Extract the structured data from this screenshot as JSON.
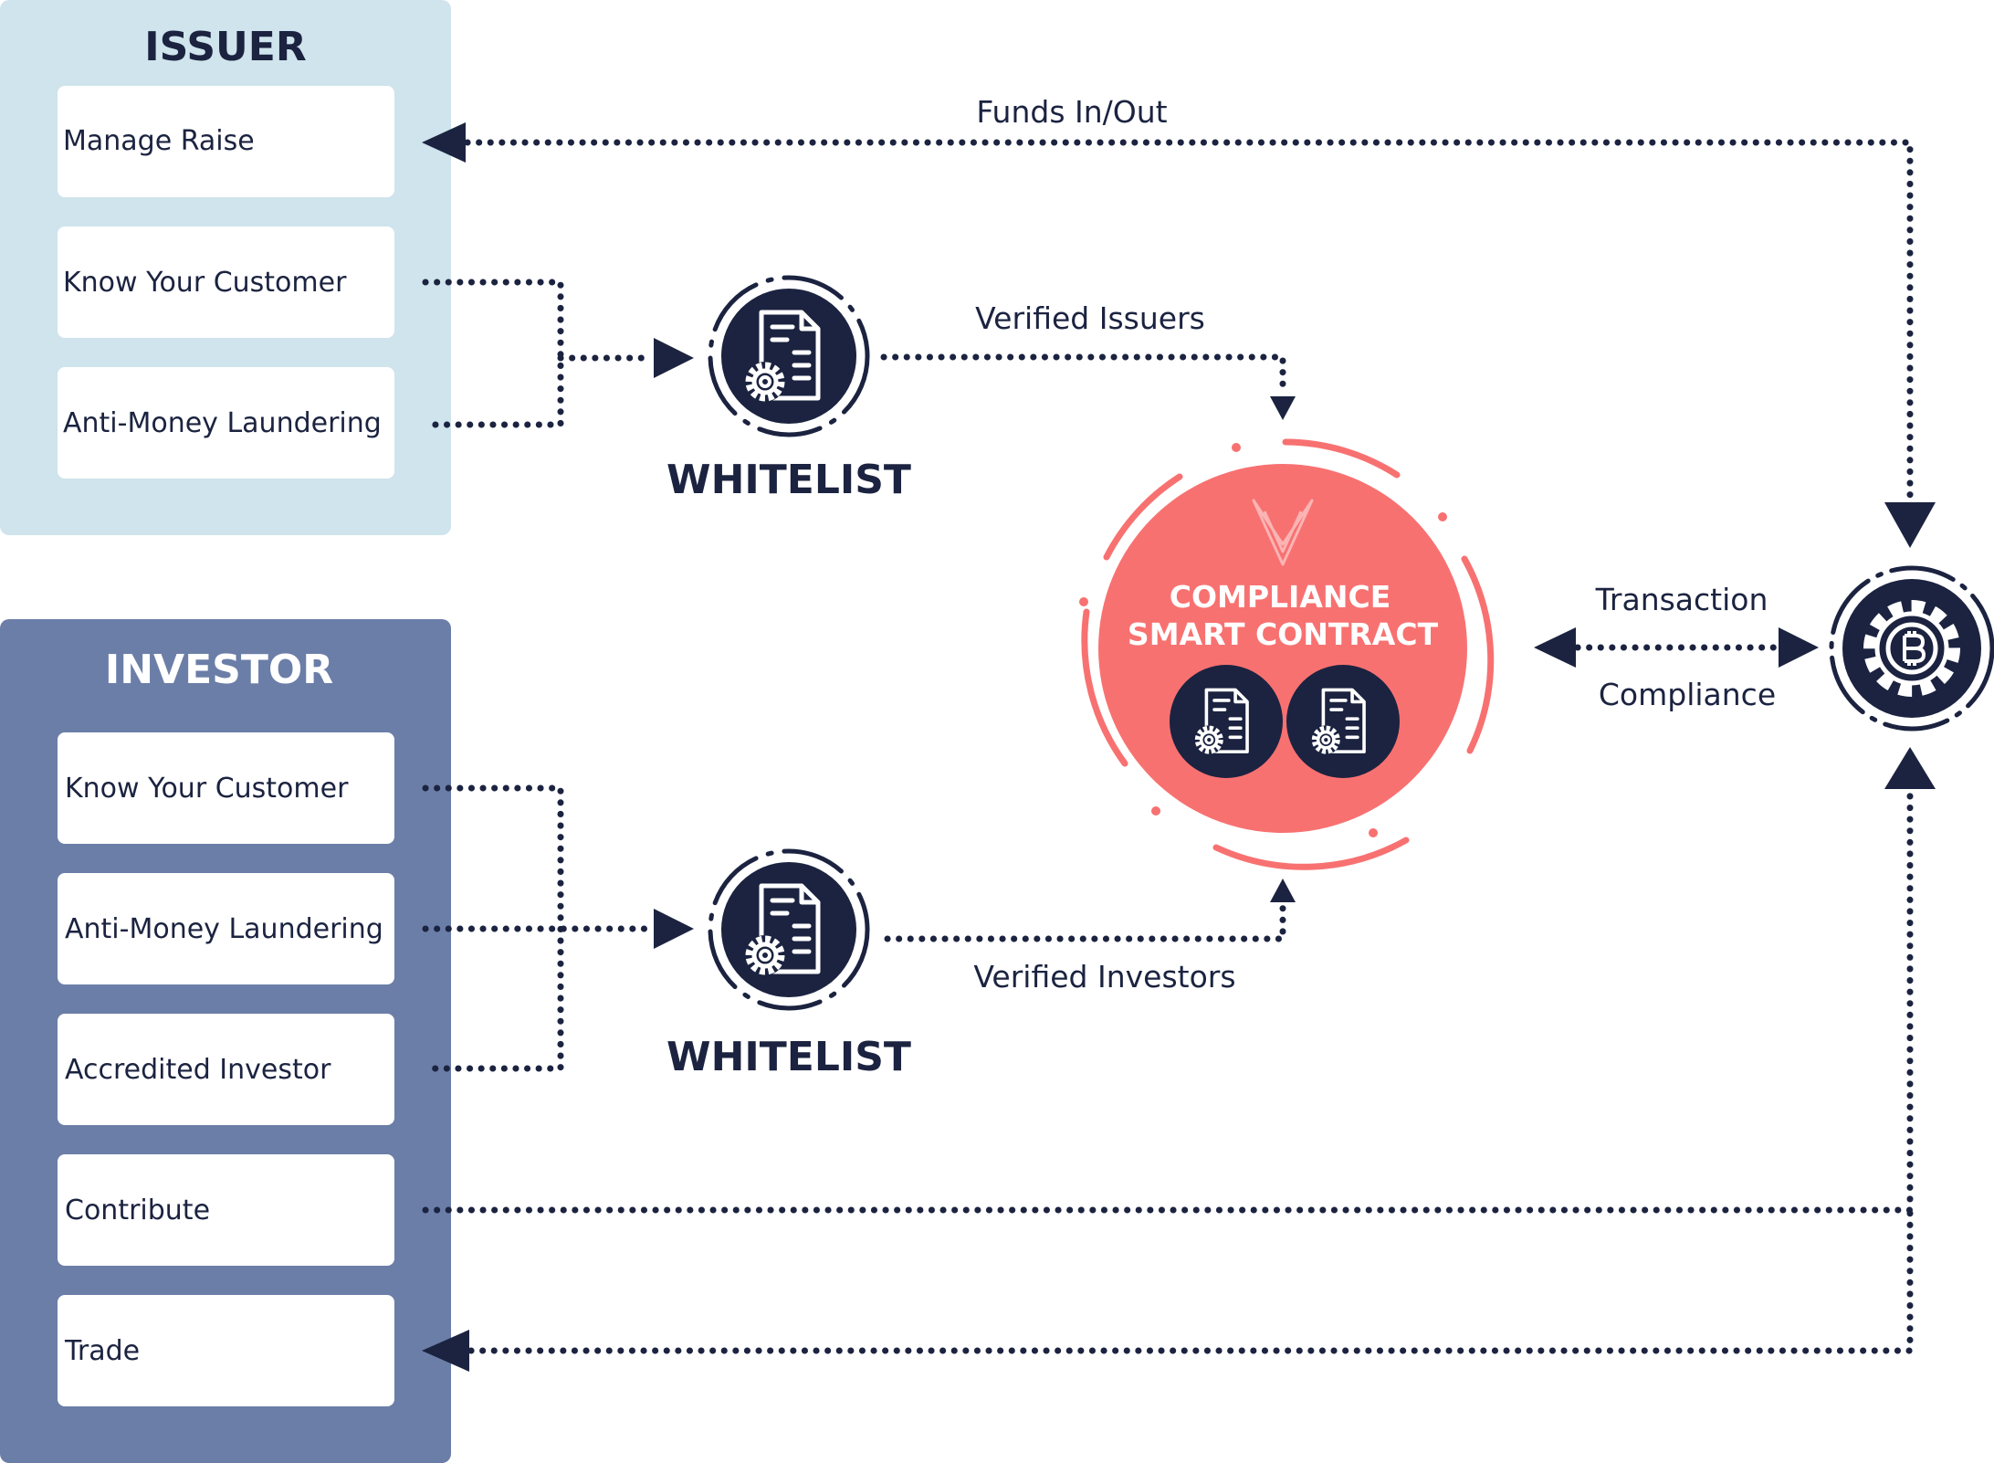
{
  "colors": {
    "navy": "#1b2340",
    "issuer_bg": "#cfe4ec",
    "investor_bg": "#6b7ea8",
    "coral": "#f87171",
    "white": "#ffffff"
  },
  "issuer": {
    "title": "ISSUER",
    "items": [
      "Manage Raise",
      "Know Your Customer",
      "Anti-Money Laundering"
    ]
  },
  "investor": {
    "title": "INVESTOR",
    "items": [
      "Know Your Customer",
      "Anti-Money Laundering",
      "Accredited Investor",
      "Contribute",
      "Trade"
    ]
  },
  "whitelist_top": {
    "label": "WHITELIST",
    "icon": "document-gear-icon"
  },
  "whitelist_bottom": {
    "label": "WHITELIST",
    "icon": "document-gear-icon"
  },
  "contract": {
    "line1": "COMPLIANCE",
    "line2": "SMART CONTRACT",
    "logo": "v-logo-icon",
    "icons": [
      "document-gear-icon",
      "document-gear-icon"
    ]
  },
  "blockchain": {
    "icon": "bitcoin-gear-icon"
  },
  "flows": {
    "funds": "Funds In/Out",
    "verified_issuers": "Verified Issuers",
    "verified_investors": "Verified Investors",
    "transaction": "Transaction",
    "compliance": "Compliance"
  }
}
